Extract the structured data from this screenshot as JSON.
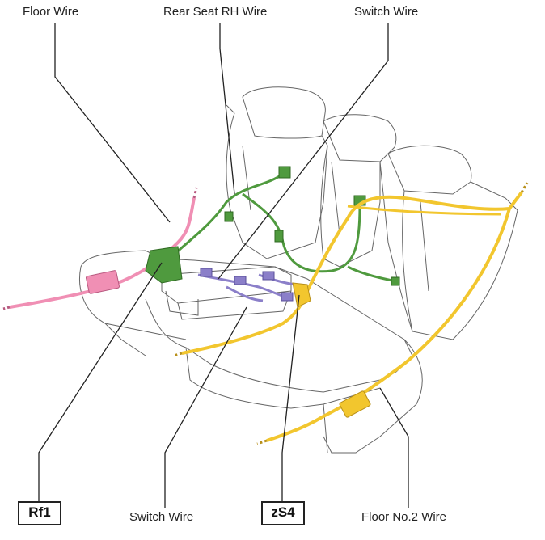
{
  "labels": {
    "floor_wire": "Floor Wire",
    "rear_seat_rh_wire": "Rear Seat RH Wire",
    "switch_wire_top": "Switch Wire",
    "switch_wire_bottom": "Switch Wire",
    "floor_no2_wire": "Floor No.2 Wire"
  },
  "connectors": {
    "rf1": "Rf1",
    "zs4": "zS4"
  },
  "colors": {
    "floor_wire": "#f08fb4",
    "rear_seat_rh_wire": "#4f9a3e",
    "switch_wire": "#8b7fc9",
    "floor_no2_wire": "#f2c62e",
    "outline": "#555555",
    "leader": "#222222"
  }
}
